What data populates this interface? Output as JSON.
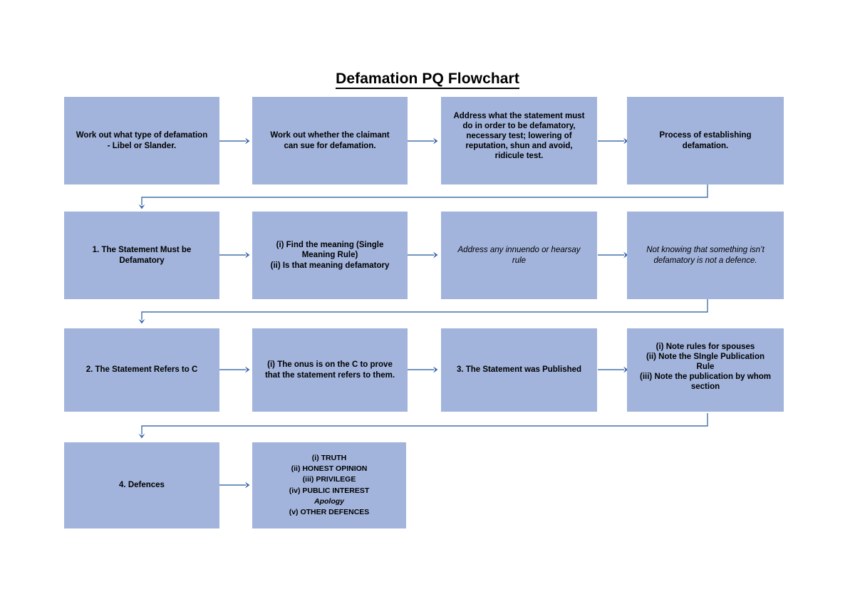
{
  "title": "Defamation PQ Flowchart",
  "theme": {
    "box_fill": "#a2b4dc",
    "connector": "#4472a8",
    "arrowhead": "#3b68ad",
    "text": "#000000",
    "background": "#ffffff"
  },
  "rows": [
    {
      "row_label": "row-1-type-and-process",
      "nodes": [
        {
          "name": "node-work-out-type-of-defamation",
          "align": "center",
          "style": "bold",
          "lines": [
            "Work out what type of defamation",
            "- Libel or Slander."
          ]
        },
        {
          "name": "node-work-out-whether-claimant-can-sue",
          "align": "center",
          "style": "bold",
          "lines": [
            "Work out whether the claimant",
            "can sue for defamation."
          ]
        },
        {
          "name": "node-address-what-statement-must-do",
          "align": "top",
          "style": "bold",
          "lines": [
            "Address what the statement must",
            "do in order to be defamatory,",
            "necessary test; lowering of",
            "reputation, shun and avoid,",
            "ridicule test."
          ]
        },
        {
          "name": "node-process-of-establishing-defamation",
          "align": "center",
          "style": "bold",
          "lines": [
            "Process of establishing",
            "defamation."
          ]
        }
      ]
    },
    {
      "row_label": "row-2-statement-must-be-defamatory",
      "nodes": [
        {
          "name": "node-statement-must-be-defamatory",
          "align": "center",
          "style": "bold",
          "lines": [
            "1. The Statement Must be",
            "Defamatory"
          ]
        },
        {
          "name": "node-find-the-meaning",
          "align": "center",
          "style": "bold",
          "lines": [
            "(i) Find the meaning (Single",
            "Meaning Rule)",
            "",
            "(ii) Is that meaning defamatory"
          ]
        },
        {
          "name": "node-innuendo-or-hearsay-rule",
          "align": "center",
          "style": "italic",
          "lines": [
            "Address any innuendo or hearsay",
            "rule"
          ]
        },
        {
          "name": "node-not-knowing-is-not-a-defence",
          "align": "center",
          "style": "italic",
          "lines": [
            "Not knowing that something isn’t",
            "defamatory is not a defence."
          ]
        }
      ]
    },
    {
      "row_label": "row-3-refers-to-c-and-published",
      "nodes": [
        {
          "name": "node-statement-refers-to-c",
          "align": "center",
          "style": "bold",
          "lines": [
            "2. The Statement Refers to C"
          ]
        },
        {
          "name": "node-onus-is-on-the-c",
          "align": "center",
          "style": "bold",
          "lines": [
            "(i) The onus is on the C to prove",
            "that the statement refers to them."
          ]
        },
        {
          "name": "node-statement-was-published",
          "align": "center",
          "style": "bold",
          "lines": [
            "3. The Statement was Published"
          ]
        },
        {
          "name": "node-publication-notes",
          "align": "top",
          "style": "bold",
          "lines": [
            "(i) Note rules for spouses",
            "(ii) Note the SIngle Publication",
            "Rule",
            "(iii) Note the publication by whom",
            "section"
          ]
        }
      ]
    },
    {
      "row_label": "row-4-defences",
      "nodes": [
        {
          "name": "node-defences",
          "align": "center",
          "style": "bold",
          "lines": [
            "4. Defences"
          ]
        },
        {
          "name": "node-defences-list",
          "align": "center",
          "style": "bold",
          "lines": [
            "(i) TRUTH",
            "(ii) HONEST OPINION",
            "(iii) PRIVILEGE",
            "(iv) PUBLIC INTEREST",
            "Apology",
            "(v) OTHER DEFENCES"
          ],
          "italic_lines": [
            4
          ]
        }
      ]
    }
  ],
  "connectors": {
    "horizontal_arrows": [
      "arrow-row1-box1-to-box2",
      "arrow-row1-box2-to-box3",
      "arrow-row1-box3-to-box4",
      "arrow-row2-box1-to-box2",
      "arrow-row2-box2-to-box3",
      "arrow-row2-box3-to-box4",
      "arrow-row3-box1-to-box2",
      "arrow-row3-box2-to-box3",
      "arrow-row3-box3-to-box4",
      "arrow-row4-box1-to-box2"
    ],
    "wrap_arrows": [
      "arrow-row1-to-row2-wrap",
      "arrow-row2-to-row3-wrap",
      "arrow-row3-to-row4-wrap"
    ]
  }
}
